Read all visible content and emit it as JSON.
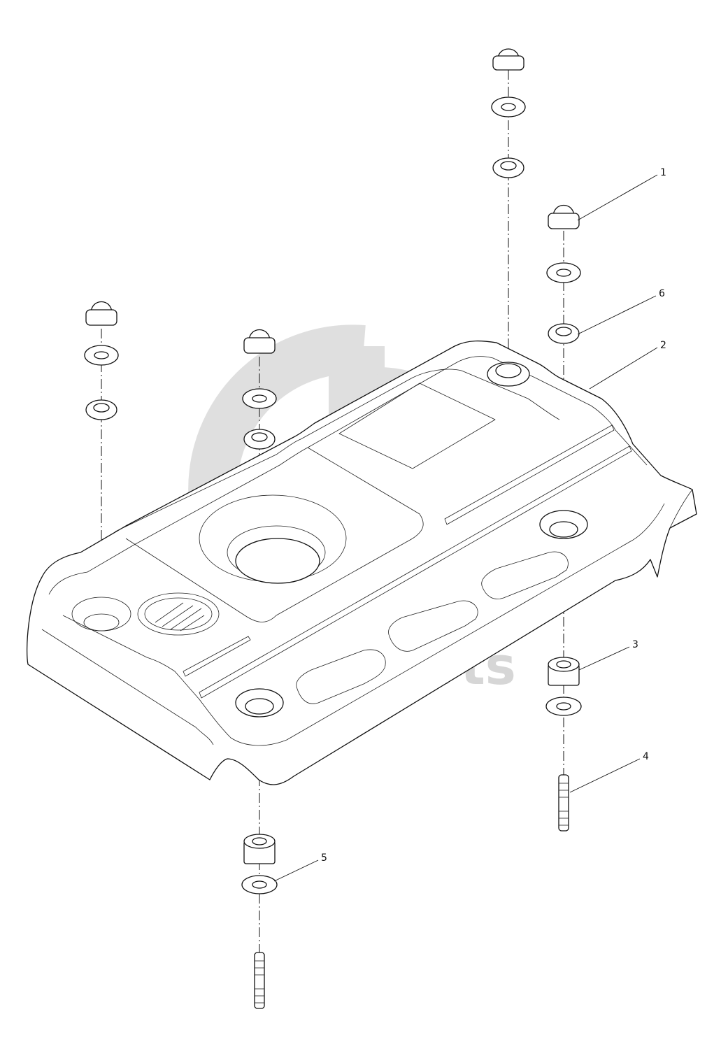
{
  "watermark": {
    "text": "data-parts",
    "color": "#d6d6d6"
  },
  "callouts": [
    {
      "id": "1",
      "label": "1"
    },
    {
      "id": "2",
      "label": "2"
    },
    {
      "id": "3",
      "label": "3"
    },
    {
      "id": "4",
      "label": "4"
    },
    {
      "id": "5",
      "label": "5"
    },
    {
      "id": "6",
      "label": "6"
    }
  ],
  "colors": {
    "line": "#111111",
    "background": "#ffffff"
  }
}
